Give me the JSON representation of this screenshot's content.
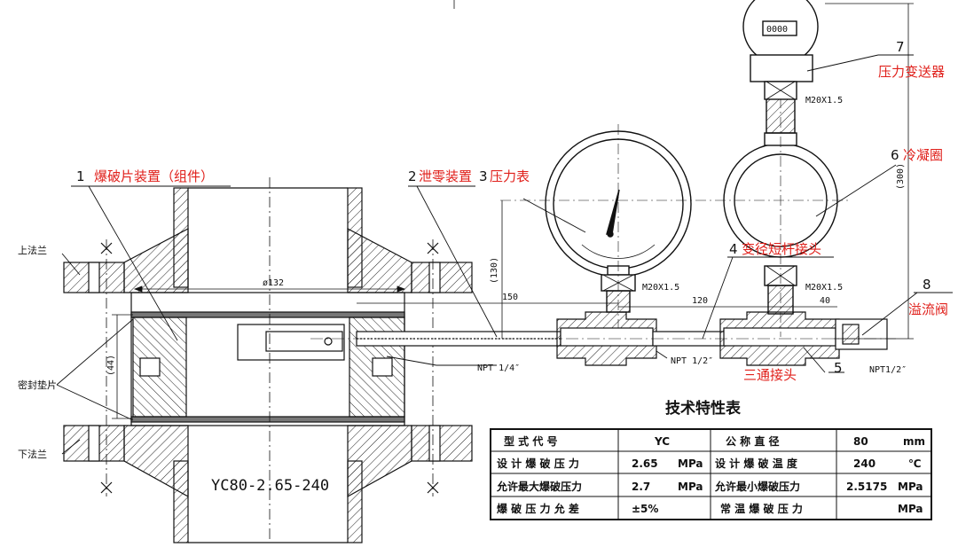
{
  "callouts": [
    {
      "num": "1",
      "label": "爆破片装置（组件）"
    },
    {
      "num": "2",
      "label": "泄零装置"
    },
    {
      "num": "3",
      "label": "压力表"
    },
    {
      "num": "4",
      "label": "变径短杆接头"
    },
    {
      "num": "5",
      "label": "三通接头"
    },
    {
      "num": "6",
      "label": "冷凝圈"
    },
    {
      "num": "7",
      "label": "压力变送器"
    },
    {
      "num": "8",
      "label": "溢流阀"
    }
  ],
  "part_labels": {
    "upper_flange": "上法兰",
    "lower_flange": "下法兰",
    "gasket": "密封垫片",
    "model": "YC80-2.65-240"
  },
  "dimensions": {
    "d132": "ø132",
    "d44": "(44)",
    "d130": "(130)",
    "d300": "(300)",
    "d150": "150",
    "d120": "120",
    "d40": "40"
  },
  "thread_labels": {
    "m20_top": "M20X1.5",
    "m20_left": "M20X1.5",
    "m20_right": "M20X1.5",
    "npt_quarter": "NPT 1/4″",
    "npt_half": "NPT 1/2″",
    "npt_half_right": "NPT1/2″"
  },
  "transmitter_display": "0000",
  "spec_table": {
    "title": "技术特性表",
    "rows": [
      [
        "型 式 代 号",
        "YC",
        "公 称 直 径",
        "80",
        "mm"
      ],
      [
        "设 计 爆 破 压 力",
        "2.65",
        "MPa",
        "设 计 爆 破 温 度",
        "240",
        "℃"
      ],
      [
        "允许最大爆破压力",
        "2.7",
        "MPa",
        "允许最小爆破压力",
        "2.5175",
        "MPa"
      ],
      [
        "爆 破 压 力 允 差",
        "±5%",
        "",
        "常 温 爆 破 压 力",
        "",
        "MPa"
      ]
    ]
  }
}
